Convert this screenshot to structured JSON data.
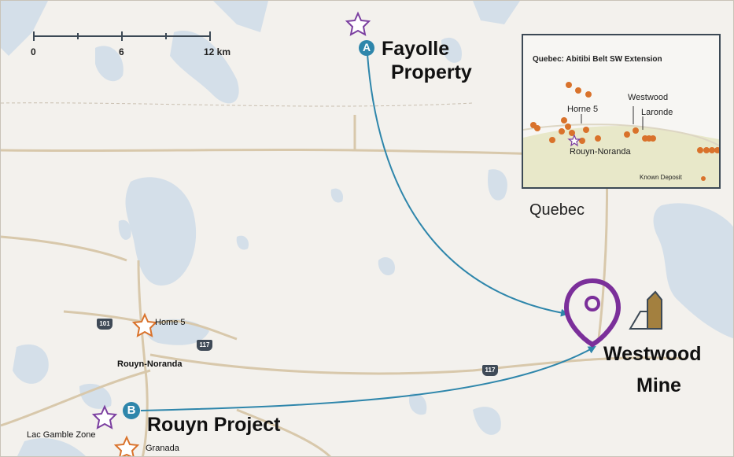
{
  "scale_bar": {
    "ticks": [
      "0",
      "6",
      "12 km"
    ]
  },
  "sites": {
    "fayolle": {
      "marker": "A",
      "label_line1": "Fayolle",
      "label_line2": "Property"
    },
    "rouyn": {
      "marker": "B",
      "label": "Rouyn Project"
    },
    "westwood": {
      "label_line1": "Westwood",
      "label_line2": "Mine"
    }
  },
  "places": {
    "quebec": "Quebec",
    "rouyn_noranda": "Rouyn-Noranda",
    "home5": "Home 5",
    "lac_gamble": "Lac Gamble Zone",
    "granada": "Granada"
  },
  "highways": {
    "h101": "101",
    "h117a": "117",
    "h117b": "117"
  },
  "inset": {
    "title": "Quebec: Abitibi Belt SW Extension",
    "labels": {
      "horne5": "Horne 5",
      "westwood": "Westwood",
      "laronde": "Laronde",
      "rouyn_noranda": "Rouyn-Noranda"
    },
    "legend": "Known Deposit"
  },
  "colors": {
    "route": "#2e86ab",
    "project_star": "#7b3fa0",
    "mine_pin": "#7b2f9a",
    "deposit": "#d9722b",
    "water": "#d4dfe9",
    "road": "#d8c8ab"
  }
}
